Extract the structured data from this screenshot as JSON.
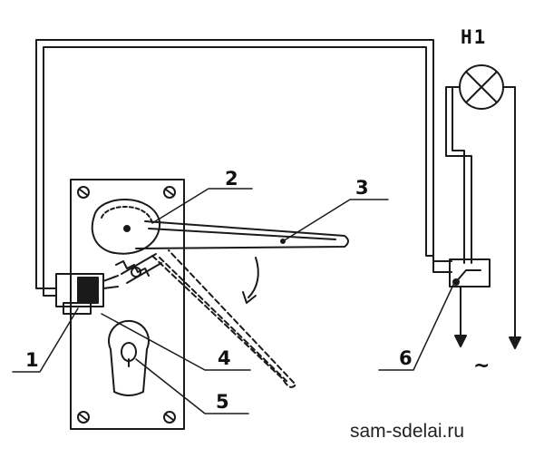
{
  "diagram": {
    "lamp_label": "H1",
    "callouts": [
      {
        "id": "1",
        "label": "1"
      },
      {
        "id": "2",
        "label": "2"
      },
      {
        "id": "3",
        "label": "3"
      },
      {
        "id": "4",
        "label": "4"
      },
      {
        "id": "5",
        "label": "5"
      },
      {
        "id": "6",
        "label": "6"
      }
    ],
    "ac_symbol": "~",
    "ink_color": "#1a1a1a"
  },
  "watermark": "sam-sdelai.ru"
}
